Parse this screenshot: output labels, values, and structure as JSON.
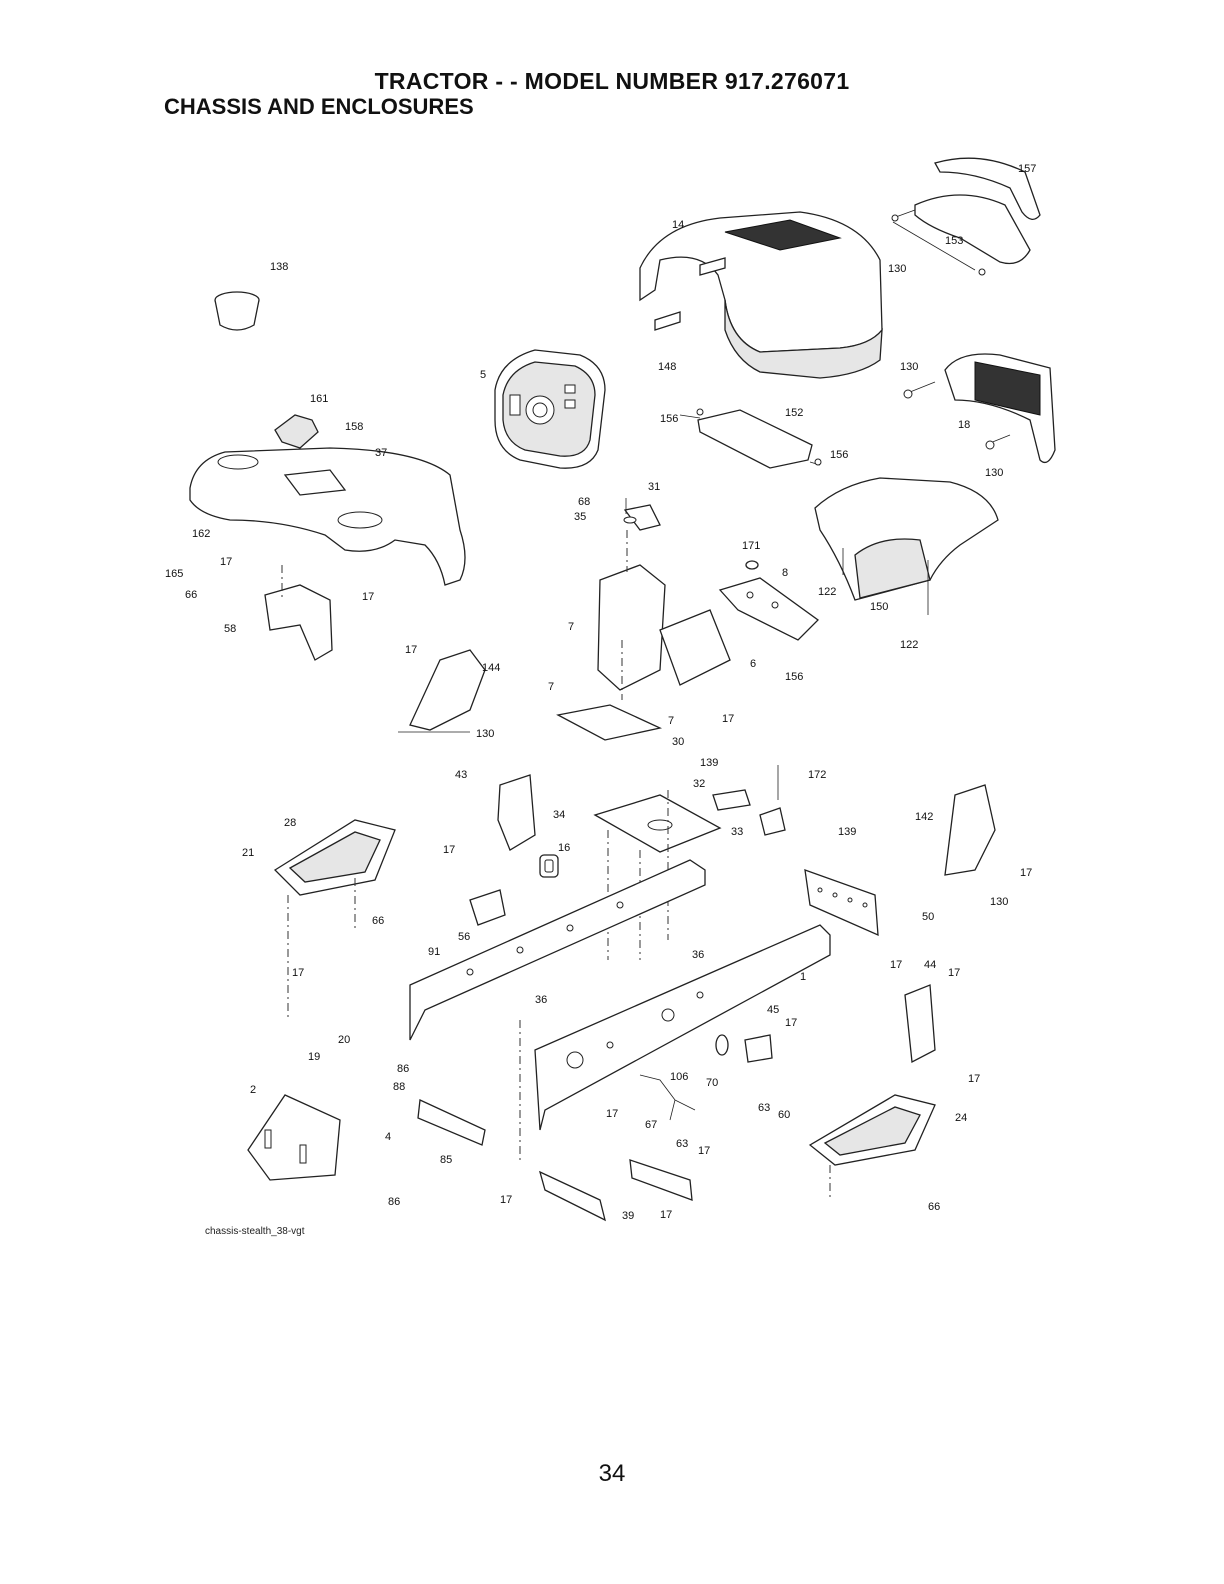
{
  "header": {
    "title": "TRACTOR - - MODEL NUMBER 917.276071",
    "subtitle": "CHASSIS AND ENCLOSURES"
  },
  "callouts": {
    "c157": "157",
    "c14": "14",
    "c153": "153",
    "c130a": "130",
    "c138": "138",
    "c5": "5",
    "c148": "148",
    "c130b": "130",
    "c161": "161",
    "c158": "158",
    "c37": "37",
    "c156a": "156",
    "c152": "152",
    "c18": "18",
    "c156b": "156",
    "c130c": "130",
    "c68": "68",
    "c31": "31",
    "c35": "35",
    "c162": "162",
    "c171": "171",
    "c8": "8",
    "c122a": "122",
    "c17a": "17",
    "c165": "165",
    "c66a": "66",
    "c17b": "17",
    "c150": "150",
    "c122b": "122",
    "c58": "58",
    "c7a": "7",
    "c6": "6",
    "c156c": "156",
    "c17c": "17",
    "c144": "144",
    "c7b": "7",
    "c7c": "7",
    "c17d": "17",
    "c30": "30",
    "c130d": "130",
    "c139a": "139",
    "c172": "172",
    "c43": "43",
    "c32": "32",
    "c34": "34",
    "c33": "33",
    "c139b": "139",
    "c142": "142",
    "c28": "28",
    "c21": "21",
    "c17e": "17",
    "c16": "16",
    "c17f": "17",
    "c130e": "130",
    "c66b": "66",
    "c56": "56",
    "c50": "50",
    "c91": "91",
    "c36a": "36",
    "c17g": "17",
    "c44": "44",
    "c17h": "17",
    "c17i": "17",
    "c36b": "36",
    "c1": "1",
    "c20": "20",
    "c19": "19",
    "c45": "45",
    "c17j": "17",
    "c17k": "17",
    "c86a": "86",
    "c88": "88",
    "c106": "106",
    "c70": "70",
    "c2": "2",
    "c63a": "63",
    "c60": "60",
    "c17l": "17",
    "c67": "67",
    "c63b": "63",
    "c24": "24",
    "c4": "4",
    "c17m": "17",
    "c85": "85",
    "c86b": "86",
    "c17n": "17",
    "c39": "39",
    "c17o": "17",
    "c66c": "66"
  },
  "drawing_id": "chassis-stealth_38-vgt",
  "page_number": "34"
}
